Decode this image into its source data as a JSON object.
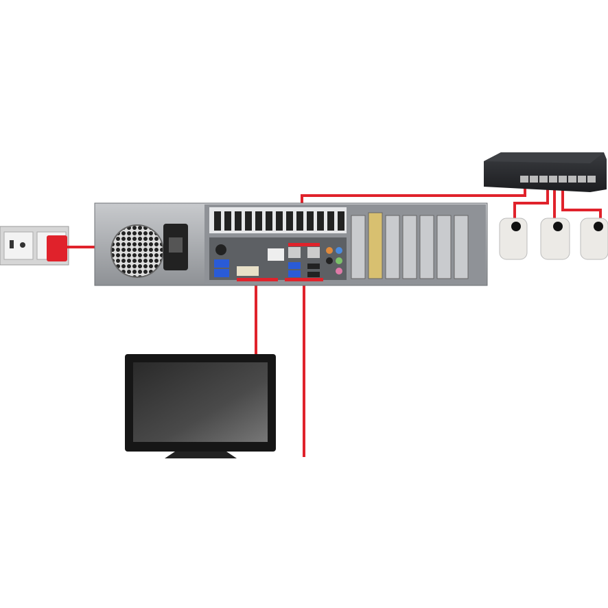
{
  "diagram": {
    "components": [
      {
        "id": "wall-outlet",
        "icon": "power-outlet-icon"
      },
      {
        "id": "server",
        "icon": "rackmount-server-icon"
      },
      {
        "id": "network-switch",
        "icon": "network-switch-icon",
        "ports": 8
      },
      {
        "id": "ip-cameras",
        "icon": "ip-camera-icon",
        "count": 3
      },
      {
        "id": "monitor",
        "icon": "monitor-icon"
      }
    ],
    "connections": [
      {
        "from": "wall-outlet",
        "to": "server",
        "type": "power"
      },
      {
        "from": "server",
        "to": "network-switch",
        "type": "ethernet"
      },
      {
        "from": "network-switch",
        "to": "ip-cameras",
        "type": "ethernet"
      },
      {
        "from": "server",
        "to": "monitor",
        "type": "dvi"
      },
      {
        "from": "server",
        "to": "usb",
        "type": "usb"
      }
    ]
  },
  "colors": {
    "cable": "#e0222b",
    "background": "#ffffff",
    "chassis": "#a9acb0",
    "switch": "#2b2d30",
    "camera": "#eceae6",
    "monitor": "#1a1a1a"
  }
}
